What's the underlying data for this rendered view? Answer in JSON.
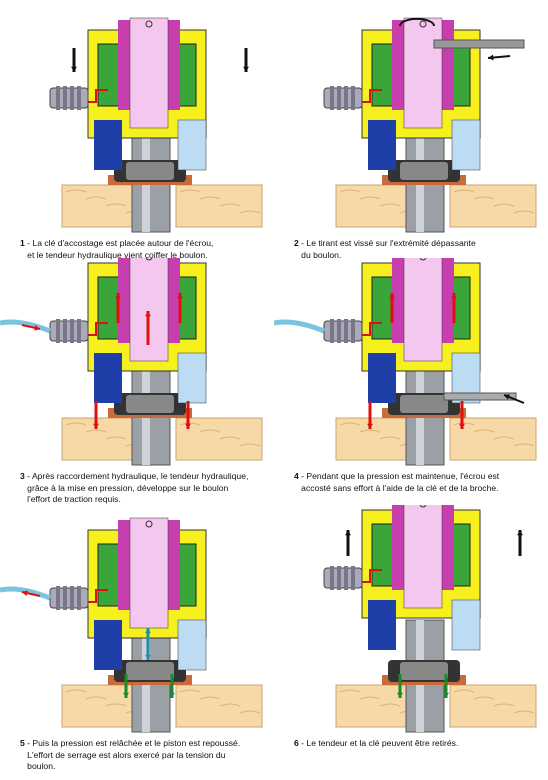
{
  "steps": [
    {
      "num": "1",
      "text": "La clé d'accostage est placée autour de l'écrou,",
      "text2": "et le tendeur hydraulique vient coiffer le boulon."
    },
    {
      "num": "2",
      "text": "Le tirant est vissé sur l'extrémité dépassante",
      "text2": "du boulon."
    },
    {
      "num": "3",
      "text": "Après raccordement hydraulique, le tendeur hydraulique,",
      "text2": "grâce à la mise en pression, développe sur le boulon",
      "text3": "l'effort de traction requis."
    },
    {
      "num": "4",
      "text": "Pendant que la pression est maintenue, l'écrou est",
      "text2": "accosté sans effort à l'aide de la clé et de la broche."
    },
    {
      "num": "5",
      "text": "Puis la pression est relâchée et le piston est repoussé.",
      "text2": "L'effort de serrage est alors exercé par la tension du",
      "text3": "boulon."
    },
    {
      "num": "6",
      "text": "Le tendeur et la clé peuvent être retirés."
    }
  ],
  "colors": {
    "yellow": "#f5f01e",
    "green": "#3aa63a",
    "magenta": "#c73fae",
    "pink": "#f4c8ee",
    "blue": "#1f3fa8",
    "lightblue": "#bcdcf4",
    "wood": "#f7d9a8",
    "steel": "#9aa0a6",
    "red": "#e01010",
    "teal": "#1a8fb0",
    "darkgreen": "#1a8a2a"
  }
}
